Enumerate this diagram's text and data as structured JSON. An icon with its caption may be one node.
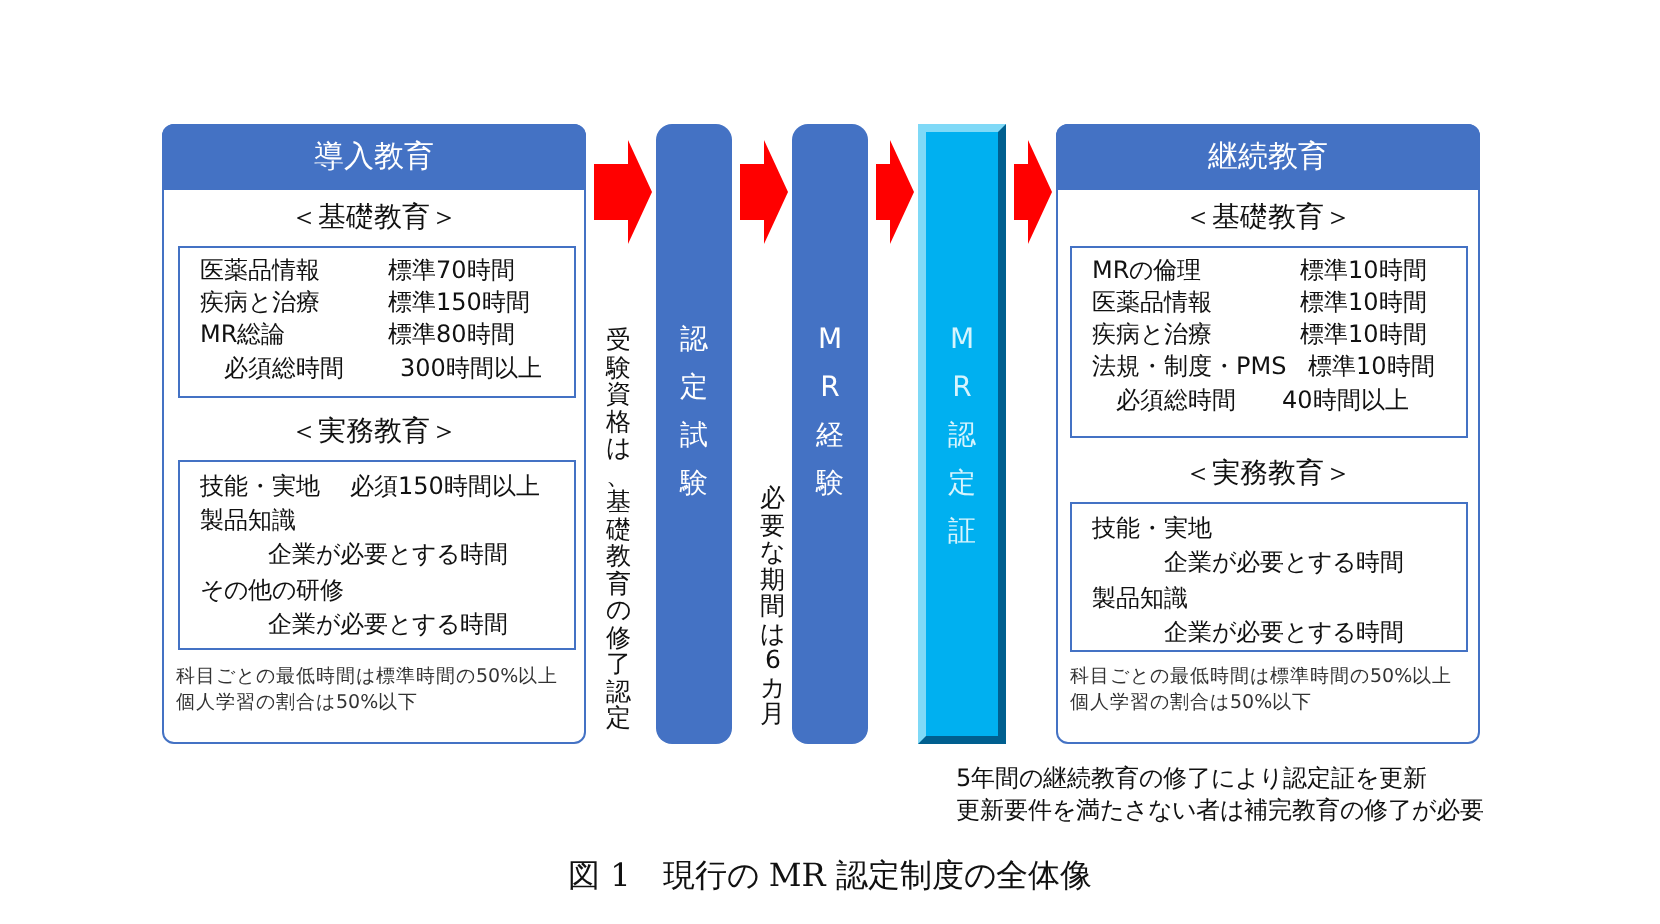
{
  "diagram": {
    "caption": "図 1　現行の MR 認定制度の全体像",
    "nodes": [
      {
        "text": [
          "導入教育",
          "＜基礎教育＞",
          "＜実務教育＞",
          "科目ごとの最低時間は標準時間の50%以上",
          "個人学習の割合は50%以下"
        ]
      },
      {
        "text": [
          "医薬品情報",
          "標準70時間",
          "疾病と治療",
          "標準150時間",
          "MR総論",
          "標準80時間",
          "必須総時間",
          "300時間以上"
        ],
        "in": 0
      },
      {
        "text": [
          "技能・実地",
          "必須150時間以上",
          "製品知識",
          "企業が必要とする時間",
          "その他の研修",
          "企業が必要とする時間"
        ],
        "in": 0
      },
      {
        "text": [
          "認定試験"
        ],
        "beside": [
          "受験資格は、基礎教育の修了認定"
        ]
      },
      {
        "text": [
          "MR経験"
        ],
        "beside": [
          "必要な期間は6カ月"
        ]
      },
      {
        "text": [
          "MR認定証"
        ]
      },
      {
        "text": [
          "継続教育",
          "＜基礎教育＞",
          "＜実務教育＞",
          "科目ごとの最低時間は標準時間の50%以上",
          "個人学習の割合は50%以下"
        ]
      },
      {
        "text": [
          "MRの倫理",
          "標準10時間",
          "医薬品情報",
          "標準10時間",
          "疾病と治療",
          "標準10時間",
          "法規・制度・PMS",
          "標準10時間",
          "必須総時間",
          "40時間以上"
        ],
        "in": 6
      },
      {
        "text": [
          "技能・実地",
          "企業が必要とする時間",
          "製品知識",
          "企業が必要とする時間"
        ],
        "in": 6
      }
    ],
    "edges": [
      {
        "from": 0,
        "to": 3,
        "arrow": "to"
      },
      {
        "from": 3,
        "to": 4,
        "arrow": "to"
      },
      {
        "from": 4,
        "to": 5,
        "arrow": "to"
      },
      {
        "from": 5,
        "to": 6,
        "arrow": "to"
      }
    ],
    "labels": [
      "5年間の継続教育の修了により認定証を更新",
      "更新要件を満たさない者は補完教育の修了が必要"
    ]
  }
}
